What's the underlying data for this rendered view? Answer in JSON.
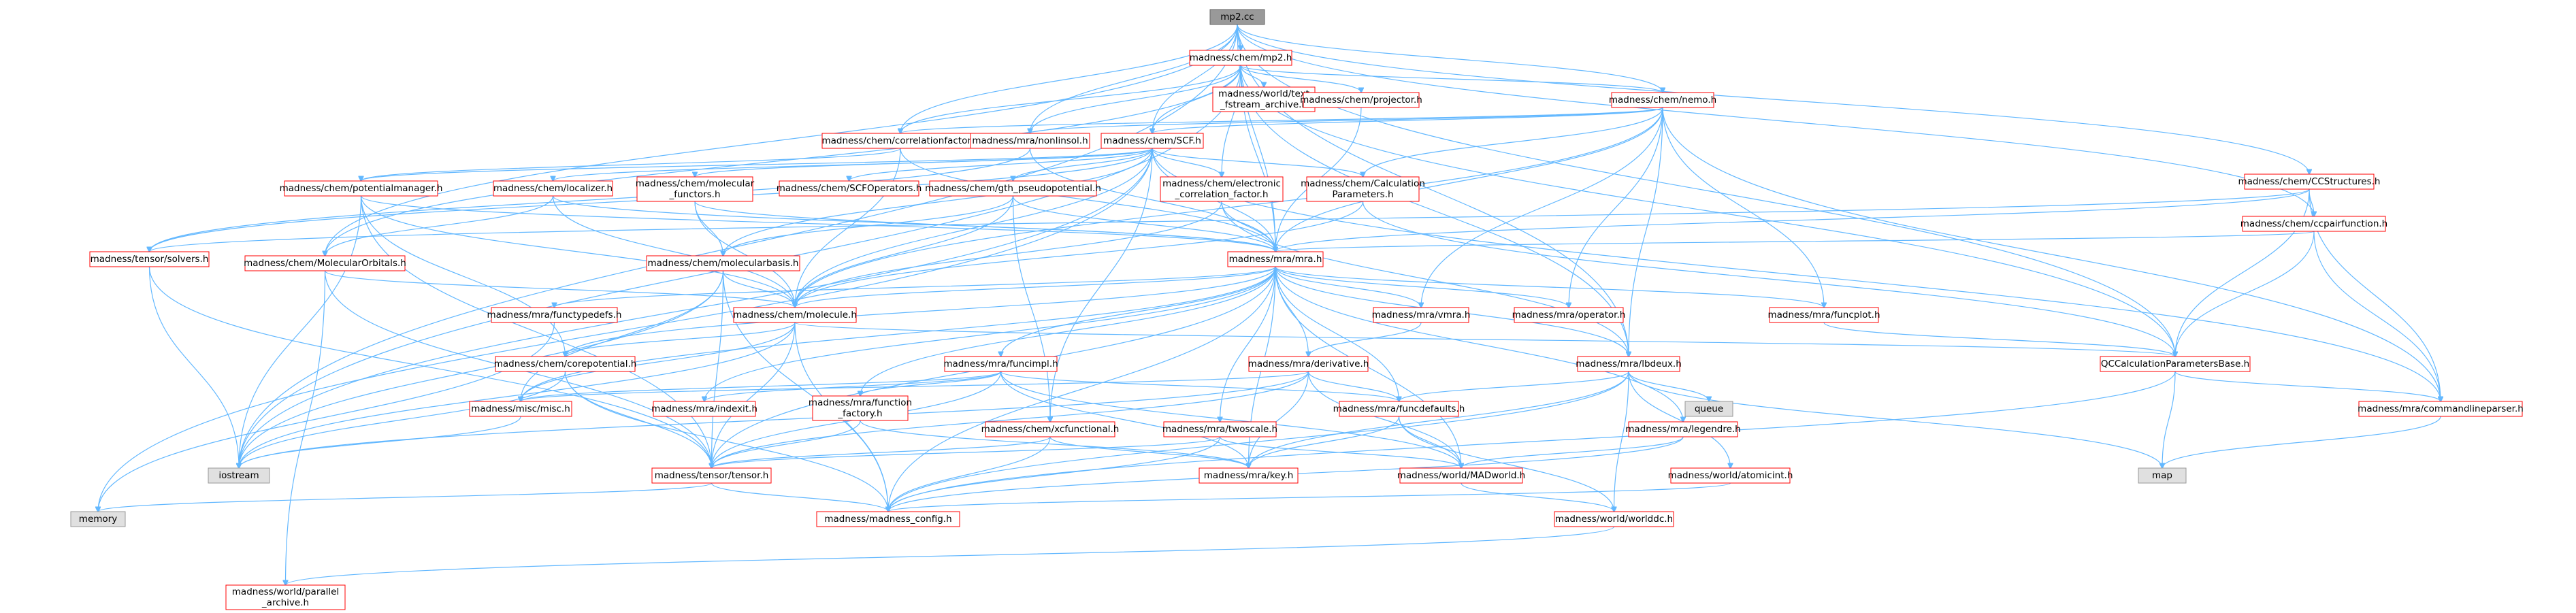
{
  "diagram": {
    "type": "include-dependency-graph",
    "colors": {
      "edge": "#63b8ff",
      "node_border_missing": "#ff0000",
      "node_border_system": "#999999",
      "root_fill": "#999999",
      "system_fill": "#e0e0e0"
    },
    "nodes": [
      {
        "id": "mp2cc",
        "label": "mp2.cc",
        "kind": "root"
      },
      {
        "id": "chem_mp2",
        "label": "madness/chem/mp2.h",
        "kind": "header"
      },
      {
        "id": "world_text_fstream",
        "label": "madness/world/text\n_fstream_archive.h",
        "kind": "header"
      },
      {
        "id": "chem_projector",
        "label": "madness/chem/projector.h",
        "kind": "header"
      },
      {
        "id": "chem_nemo",
        "label": "madness/chem/nemo.h",
        "kind": "header"
      },
      {
        "id": "chem_ccstructures",
        "label": "madness/chem/CCStructures.h",
        "kind": "header"
      },
      {
        "id": "chem_correlationfactor",
        "label": "madness/chem/correlationfactor.h",
        "kind": "header"
      },
      {
        "id": "mra_nonlinsol",
        "label": "madness/mra/nonlinsol.h",
        "kind": "header"
      },
      {
        "id": "chem_scf",
        "label": "madness/chem/SCF.h",
        "kind": "header"
      },
      {
        "id": "chem_potentialmanager",
        "label": "madness/chem/potentialmanager.h",
        "kind": "header"
      },
      {
        "id": "chem_localizer",
        "label": "madness/chem/localizer.h",
        "kind": "header"
      },
      {
        "id": "chem_molecular_functors",
        "label": "madness/chem/molecular\n_functors.h",
        "kind": "header"
      },
      {
        "id": "chem_scfoperators",
        "label": "madness/chem/SCFOperators.h",
        "kind": "header"
      },
      {
        "id": "chem_gth",
        "label": "madness/chem/gth_pseudopotential.h",
        "kind": "header"
      },
      {
        "id": "chem_electronic_corr",
        "label": "madness/chem/electronic\n_correlation_factor.h",
        "kind": "header"
      },
      {
        "id": "chem_calcparams",
        "label": "madness/chem/Calculation\nParameters.h",
        "kind": "header"
      },
      {
        "id": "chem_ccpairfunction",
        "label": "madness/chem/ccpairfunction.h",
        "kind": "header"
      },
      {
        "id": "tensor_solvers",
        "label": "madness/tensor/solvers.h",
        "kind": "header"
      },
      {
        "id": "chem_molecularorbitals",
        "label": "madness/chem/MolecularOrbitals.h",
        "kind": "header"
      },
      {
        "id": "chem_molecularbasis",
        "label": "madness/chem/molecularbasis.h",
        "kind": "header"
      },
      {
        "id": "mra_mra",
        "label": "madness/mra/mra.h",
        "kind": "header"
      },
      {
        "id": "mra_functypedefs",
        "label": "madness/mra/functypedefs.h",
        "kind": "header"
      },
      {
        "id": "chem_molecule",
        "label": "madness/chem/molecule.h",
        "kind": "header"
      },
      {
        "id": "mra_vmra",
        "label": "madness/mra/vmra.h",
        "kind": "header"
      },
      {
        "id": "mra_operator",
        "label": "madness/mra/operator.h",
        "kind": "header"
      },
      {
        "id": "mra_funcplot",
        "label": "madness/mra/funcplot.h",
        "kind": "header"
      },
      {
        "id": "qc_params",
        "label": "QCCalculationParametersBase.h",
        "kind": "header"
      },
      {
        "id": "chem_corepotential",
        "label": "madness/chem/corepotential.h",
        "kind": "header"
      },
      {
        "id": "mra_funcimpl",
        "label": "madness/mra/funcimpl.h",
        "kind": "header"
      },
      {
        "id": "mra_derivative",
        "label": "madness/mra/derivative.h",
        "kind": "header"
      },
      {
        "id": "mra_lbdeux",
        "label": "madness/mra/lbdeux.h",
        "kind": "header"
      },
      {
        "id": "misc_misc",
        "label": "madness/misc/misc.h",
        "kind": "header"
      },
      {
        "id": "mra_indexit",
        "label": "madness/mra/indexit.h",
        "kind": "header"
      },
      {
        "id": "mra_function_factory",
        "label": "madness/mra/function\n_factory.h",
        "kind": "header"
      },
      {
        "id": "chem_xcfunctional",
        "label": "madness/chem/xcfunctional.h",
        "kind": "header"
      },
      {
        "id": "mra_twoscale",
        "label": "madness/mra/twoscale.h",
        "kind": "header"
      },
      {
        "id": "mra_funcdefaults",
        "label": "madness/mra/funcdefaults.h",
        "kind": "header"
      },
      {
        "id": "mra_legendre",
        "label": "madness/mra/legendre.h",
        "kind": "header"
      },
      {
        "id": "queue",
        "label": "queue",
        "kind": "system"
      },
      {
        "id": "mra_commandlineparser",
        "label": "madness/mra/commandlineparser.h",
        "kind": "header"
      },
      {
        "id": "iostream",
        "label": "iostream",
        "kind": "system"
      },
      {
        "id": "tensor_tensor",
        "label": "madness/tensor/tensor.h",
        "kind": "header"
      },
      {
        "id": "mra_key",
        "label": "madness/mra/key.h",
        "kind": "header"
      },
      {
        "id": "world_madworld",
        "label": "madness/world/MADworld.h",
        "kind": "header"
      },
      {
        "id": "world_atomicint",
        "label": "madness/world/atomicint.h",
        "kind": "header"
      },
      {
        "id": "map",
        "label": "map",
        "kind": "system"
      },
      {
        "id": "memory",
        "label": "memory",
        "kind": "system"
      },
      {
        "id": "madness_config",
        "label": "madness/madness_config.h",
        "kind": "header"
      },
      {
        "id": "world_worlddc",
        "label": "madness/world/worlddc.h",
        "kind": "header"
      },
      {
        "id": "world_parallel_archive",
        "label": "madness/world/parallel\n_archive.h",
        "kind": "header"
      }
    ],
    "edges": [
      [
        "mp2cc",
        "chem_mp2"
      ],
      [
        "mp2cc",
        "chem_nemo"
      ],
      [
        "mp2cc",
        "chem_ccstructures"
      ],
      [
        "mp2cc",
        "chem_correlationfactor"
      ],
      [
        "mp2cc",
        "mra_nonlinsol"
      ],
      [
        "mp2cc",
        "chem_scf"
      ],
      [
        "mp2cc",
        "chem_ccpairfunction"
      ],
      [
        "mp2cc",
        "mra_mra"
      ],
      [
        "mp2cc",
        "mra_lbdeux"
      ],
      [
        "mp2cc",
        "iostream"
      ],
      [
        "mp2cc",
        "qc_params"
      ],
      [
        "mp2cc",
        "chem_molecularorbitals"
      ],
      [
        "chem_mp2",
        "world_text_fstream"
      ],
      [
        "chem_mp2",
        "chem_projector"
      ],
      [
        "chem_mp2",
        "chem_nemo"
      ],
      [
        "chem_mp2",
        "chem_correlationfactor"
      ],
      [
        "chem_mp2",
        "mra_nonlinsol"
      ],
      [
        "chem_mp2",
        "chem_scf"
      ],
      [
        "chem_mp2",
        "chem_electronic_corr"
      ],
      [
        "chem_mp2",
        "mra_mra"
      ],
      [
        "chem_mp2",
        "mra_lbdeux"
      ],
      [
        "chem_mp2",
        "qc_params"
      ],
      [
        "chem_mp2",
        "iostream"
      ],
      [
        "chem_mp2",
        "chem_molecularorbitals"
      ],
      [
        "chem_projector",
        "mra_mra"
      ],
      [
        "chem_nemo",
        "chem_scf"
      ],
      [
        "chem_nemo",
        "chem_correlationfactor"
      ],
      [
        "chem_nemo",
        "mra_nonlinsol"
      ],
      [
        "chem_nemo",
        "chem_calcparams"
      ],
      [
        "chem_nemo",
        "mra_mra"
      ],
      [
        "chem_nemo",
        "mra_funcplot"
      ],
      [
        "chem_nemo",
        "mra_operator"
      ],
      [
        "chem_nemo",
        "mra_vmra"
      ],
      [
        "chem_nemo",
        "mra_lbdeux"
      ],
      [
        "chem_nemo",
        "mra_commandlineparser"
      ],
      [
        "chem_nemo",
        "chem_molecule"
      ],
      [
        "chem_ccstructures",
        "chem_ccpairfunction"
      ],
      [
        "chem_ccstructures",
        "mra_commandlineparser"
      ],
      [
        "chem_ccstructures",
        "qc_params"
      ],
      [
        "chem_ccstructures",
        "mra_mra"
      ],
      [
        "chem_ccstructures",
        "tensor_solvers"
      ],
      [
        "chem_correlationfactor",
        "mra_mra"
      ],
      [
        "chem_correlationfactor",
        "chem_potentialmanager"
      ],
      [
        "chem_correlationfactor",
        "chem_molecule"
      ],
      [
        "mra_nonlinsol",
        "mra_mra"
      ],
      [
        "mra_nonlinsol",
        "tensor_solvers"
      ],
      [
        "chem_scf",
        "chem_molecular_functors"
      ],
      [
        "chem_scf",
        "chem_scfoperators"
      ],
      [
        "chem_scf",
        "chem_gth"
      ],
      [
        "chem_scf",
        "chem_electronic_corr"
      ],
      [
        "chem_scf",
        "chem_calcparams"
      ],
      [
        "chem_scf",
        "chem_potentialmanager"
      ],
      [
        "chem_scf",
        "chem_localizer"
      ],
      [
        "chem_scf",
        "chem_molecularbasis"
      ],
      [
        "chem_scf",
        "chem_molecule"
      ],
      [
        "chem_scf",
        "chem_xcfunctional"
      ],
      [
        "chem_scf",
        "mra_mra"
      ],
      [
        "chem_scf",
        "tensor_solvers"
      ],
      [
        "chem_scf",
        "iostream"
      ],
      [
        "chem_scf",
        "memory"
      ],
      [
        "chem_scf",
        "mra_commandlineparser"
      ],
      [
        "chem_potentialmanager",
        "mra_mra"
      ],
      [
        "chem_potentialmanager",
        "chem_molecule"
      ],
      [
        "chem_potentialmanager",
        "chem_corepotential"
      ],
      [
        "chem_potentialmanager",
        "iostream"
      ],
      [
        "chem_potentialmanager",
        "tensor_tensor"
      ],
      [
        "chem_localizer",
        "mra_mra"
      ],
      [
        "chem_localizer",
        "chem_molecularorbitals"
      ],
      [
        "chem_localizer",
        "chem_molecule"
      ],
      [
        "chem_molecular_functors",
        "mra_mra"
      ],
      [
        "chem_molecular_functors",
        "chem_molecularbasis"
      ],
      [
        "chem_molecular_functors",
        "chem_molecule"
      ],
      [
        "chem_gth",
        "mra_mra"
      ],
      [
        "chem_gth",
        "chem_molecularbasis"
      ],
      [
        "chem_gth",
        "chem_xcfunctional"
      ],
      [
        "chem_gth",
        "chem_molecule"
      ],
      [
        "chem_electronic_corr",
        "mra_mra"
      ],
      [
        "chem_electronic_corr",
        "chem_molecule"
      ],
      [
        "chem_electronic_corr",
        "mra_lbdeux"
      ],
      [
        "chem_calcparams",
        "qc_params"
      ],
      [
        "chem_calcparams",
        "chem_molecule"
      ],
      [
        "chem_ccpairfunction",
        "mra_mra"
      ],
      [
        "chem_ccpairfunction",
        "qc_params"
      ],
      [
        "chem_ccpairfunction",
        "mra_commandlineparser"
      ],
      [
        "tensor_solvers",
        "tensor_tensor"
      ],
      [
        "tensor_solvers",
        "iostream"
      ],
      [
        "chem_molecularorbitals",
        "chem_molecule"
      ],
      [
        "chem_molecularorbitals",
        "tensor_tensor"
      ],
      [
        "chem_molecularorbitals",
        "world_parallel_archive"
      ],
      [
        "chem_molecularbasis",
        "chem_molecule"
      ],
      [
        "chem_molecularbasis",
        "misc_misc"
      ],
      [
        "chem_molecularbasis",
        "tensor_tensor"
      ],
      [
        "chem_molecularbasis",
        "iostream"
      ],
      [
        "chem_molecularbasis",
        "madness_config"
      ],
      [
        "mra_mra",
        "mra_functypedefs"
      ],
      [
        "mra_mra",
        "chem_molecule"
      ],
      [
        "mra_mra",
        "mra_vmra"
      ],
      [
        "mra_mra",
        "mra_operator"
      ],
      [
        "mra_mra",
        "mra_funcplot"
      ],
      [
        "mra_mra",
        "mra_funcimpl"
      ],
      [
        "mra_mra",
        "mra_derivative"
      ],
      [
        "mra_mra",
        "mra_lbdeux"
      ],
      [
        "mra_mra",
        "misc_misc"
      ],
      [
        "mra_mra",
        "mra_indexit"
      ],
      [
        "mra_mra",
        "mra_function_factory"
      ],
      [
        "mra_mra",
        "mra_twoscale"
      ],
      [
        "mra_mra",
        "mra_funcdefaults"
      ],
      [
        "mra_mra",
        "mra_legendre"
      ],
      [
        "mra_mra",
        "mra_key"
      ],
      [
        "mra_mra",
        "world_madworld"
      ],
      [
        "mra_mra",
        "tensor_tensor"
      ],
      [
        "mra_mra",
        "madness_config"
      ],
      [
        "mra_mra",
        "chem_corepotential"
      ],
      [
        "mra_functypedefs",
        "memory"
      ],
      [
        "chem_molecule",
        "chem_corepotential"
      ],
      [
        "chem_molecule",
        "qc_params"
      ],
      [
        "chem_molecule",
        "misc_misc"
      ],
      [
        "chem_molecule",
        "tensor_tensor"
      ],
      [
        "chem_molecule",
        "iostream"
      ],
      [
        "chem_molecule",
        "madness_config"
      ],
      [
        "mra_vmra",
        "mra_derivative"
      ],
      [
        "mra_funcplot",
        "qc_params"
      ],
      [
        "qc_params",
        "mra_commandlineparser"
      ],
      [
        "qc_params",
        "map"
      ],
      [
        "qc_params",
        "madness_config"
      ],
      [
        "chem_corepotential",
        "tensor_tensor"
      ],
      [
        "chem_corepotential",
        "iostream"
      ],
      [
        "chem_corepotential",
        "madness_config"
      ],
      [
        "mra_funcimpl",
        "misc_misc"
      ],
      [
        "mra_funcimpl",
        "mra_indexit"
      ],
      [
        "mra_funcimpl",
        "mra_function_factory"
      ],
      [
        "mra_funcimpl",
        "mra_funcdefaults"
      ],
      [
        "mra_funcimpl",
        "mra_key"
      ],
      [
        "mra_funcimpl",
        "tensor_tensor"
      ],
      [
        "mra_funcimpl",
        "world_madworld"
      ],
      [
        "mra_derivative",
        "misc_misc"
      ],
      [
        "mra_derivative",
        "mra_funcdefaults"
      ],
      [
        "mra_derivative",
        "mra_key"
      ],
      [
        "mra_derivative",
        "world_madworld"
      ],
      [
        "mra_derivative",
        "tensor_tensor"
      ],
      [
        "mra_derivative",
        "iostream"
      ],
      [
        "mra_lbdeux",
        "queue"
      ],
      [
        "mra_lbdeux",
        "map"
      ],
      [
        "mra_lbdeux",
        "mra_funcdefaults"
      ],
      [
        "mra_lbdeux",
        "world_atomicint"
      ],
      [
        "mra_lbdeux",
        "world_worlddc"
      ],
      [
        "mra_lbdeux",
        "madness_config"
      ],
      [
        "mra_lbdeux",
        "mra_key"
      ],
      [
        "misc_misc",
        "iostream"
      ],
      [
        "mra_function_factory",
        "tensor_tensor"
      ],
      [
        "mra_function_factory",
        "mra_key"
      ],
      [
        "chem_xcfunctional",
        "tensor_tensor"
      ],
      [
        "chem_xcfunctional",
        "mra_key"
      ],
      [
        "chem_xcfunctional",
        "madness_config"
      ],
      [
        "mra_twoscale",
        "tensor_tensor"
      ],
      [
        "mra_twoscale",
        "world_madworld"
      ],
      [
        "mra_twoscale",
        "madness_config"
      ],
      [
        "mra_funcdefaults",
        "mra_key"
      ],
      [
        "mra_funcdefaults",
        "world_madworld"
      ],
      [
        "mra_funcdefaults",
        "world_worlddc"
      ],
      [
        "mra_legendre",
        "world_madworld"
      ],
      [
        "mra_legendre",
        "madness_config"
      ],
      [
        "mra_commandlineparser",
        "map"
      ],
      [
        "tensor_tensor",
        "memory"
      ],
      [
        "tensor_tensor",
        "madness_config"
      ],
      [
        "world_madworld",
        "world_worlddc"
      ],
      [
        "world_atomicint",
        "madness_config"
      ],
      [
        "world_worlddc",
        "world_parallel_archive"
      ]
    ]
  }
}
